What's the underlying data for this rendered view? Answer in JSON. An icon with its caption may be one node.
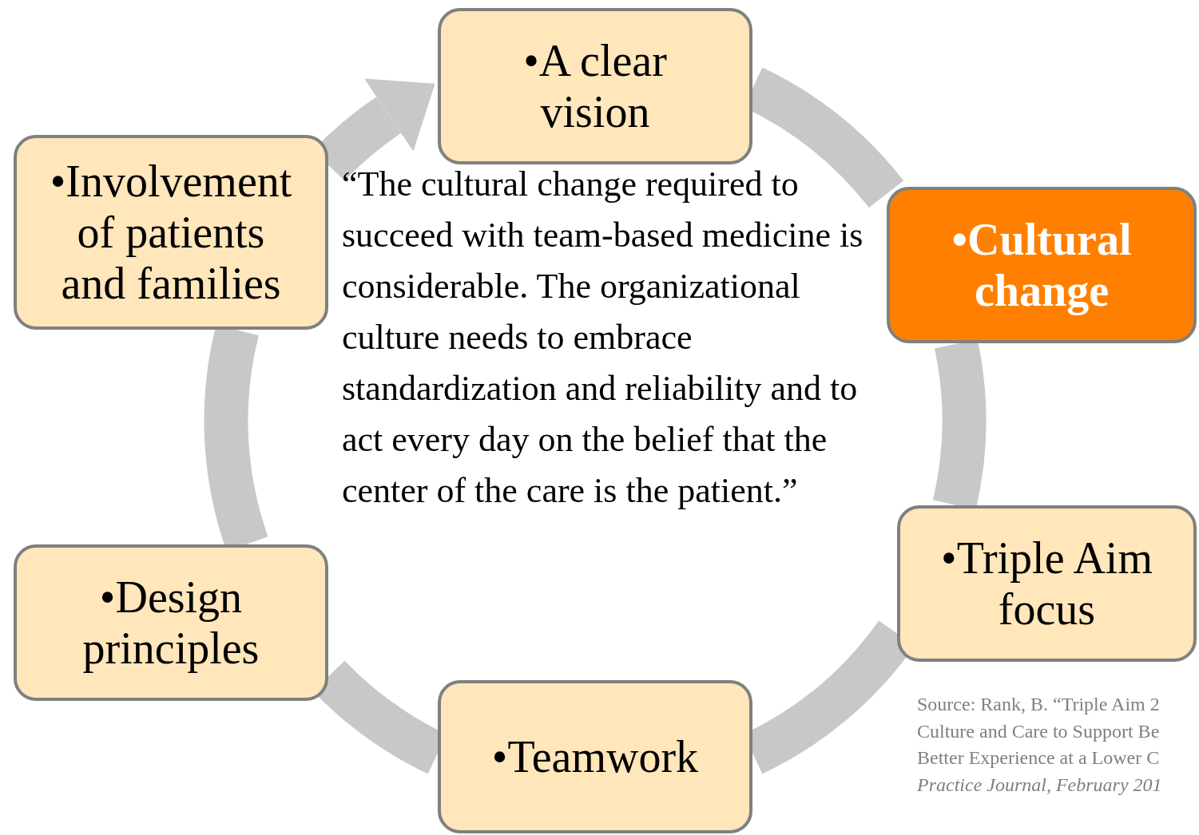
{
  "diagram": {
    "nodes": [
      {
        "text": [
          "•A clear vision"
        ]
      },
      {
        "text": [
          "•Involvement of patients and families"
        ]
      },
      {
        "text": [
          "•Cultural change"
        ]
      },
      {
        "text": [
          "•Triple Aim focus"
        ]
      },
      {
        "text": [
          "•Design principles"
        ]
      },
      {
        "text": [
          "•Teamwork"
        ]
      }
    ],
    "edges": [
      {
        "from": 0,
        "to": 2,
        "arrow": "none"
      },
      {
        "from": 2,
        "to": 3,
        "arrow": "none"
      },
      {
        "from": 3,
        "to": 5,
        "arrow": "none"
      },
      {
        "from": 5,
        "to": 4,
        "arrow": "none"
      },
      {
        "from": 4,
        "to": 1,
        "arrow": "none"
      },
      {
        "from": 1,
        "to": 0,
        "arrow": "to"
      }
    ],
    "labels": [
      "“The cultural change required to succeed with team-based medicine is considerable. The organizational culture needs to embrace standardization and reliability and to act every day on the belief that the center of the care is the patient.”",
      "Source: Rank, B. “Triple Aim 2",
      "Culture and Care to Support Be",
      "Better Experience at a Lower C",
      "*Practice Journal, February 201*"
    ]
  }
}
